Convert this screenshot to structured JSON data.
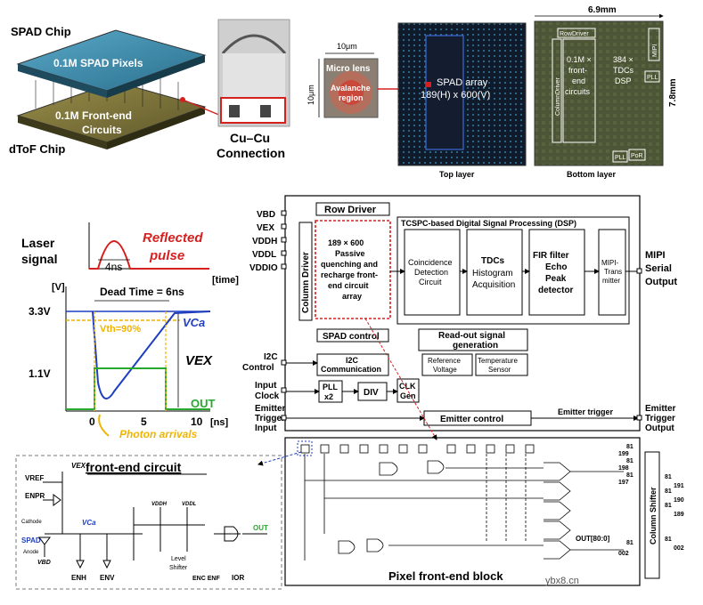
{
  "top_left": {
    "spad_chip_label": "SPAD Chip",
    "spad_pixels_label": "0.1M SPAD Pixels",
    "frontend_label_l1": "0.1M Front-end",
    "frontend_label_l2": "Circuits",
    "dtof_chip_label": "dToF Chip",
    "cucu_l1": "Cu–Cu",
    "cucu_l2": "Connection"
  },
  "top_middle": {
    "scale_10um_h": "10μm",
    "scale_10um_v": "10μm",
    "micro_lens": "Micro lens",
    "avalanche_l1": "Avalanche",
    "avalanche_l2": "region"
  },
  "top_layer": {
    "spad_array_l1": "SPAD array",
    "spad_array_l2": "189(H) x 600(V)",
    "caption": "Top layer"
  },
  "bottom_layer": {
    "width_label": "6.9mm",
    "height_label": "7.8mm",
    "row_driver": "RowDriver",
    "column_driver": "ColumnDriver",
    "frontend_l1": "0.1M ×",
    "frontend_l2": "front-",
    "frontend_l3": "end",
    "frontend_l4": "circuits",
    "tdcs_l1": "384 ×",
    "tdcs_l2": "TDCs",
    "tdcs_l3": "DSP",
    "mipi": "MIPI",
    "pll_right": "PLL",
    "pll_bottom": "PLL",
    "por": "PoR",
    "caption": "Bottom layer"
  },
  "timing": {
    "laser_l1": "Laser",
    "laser_l2": "signal",
    "reflected_l1": "Reflected",
    "reflected_l2": "pulse",
    "pulse_width": "4ns",
    "time_unit": "[time]",
    "volt_unit": "[V]",
    "dead_time": "Dead Time = 6ns",
    "v33": "3.3V",
    "v11": "1.1V",
    "vth": "Vth=90%",
    "vca": "VCa",
    "vex": "VEX",
    "out": "OUT",
    "x0": "0",
    "x5": "5",
    "x10": "10",
    "ns_unit": "[ns]",
    "photon": "Photon arrivals"
  },
  "block": {
    "pins_left": [
      "VBD",
      "VEX",
      "VDDH",
      "VDDL",
      "VDDIO"
    ],
    "row_driver": "Row Driver",
    "column_driver": "Column Driver",
    "array_l1": "189 × 600",
    "array_l2": "Passive",
    "array_l3": "quenching and",
    "array_l4": "recharge front-",
    "array_l5": "end circuit",
    "array_l6": "array",
    "dsp_title": "TCSPC-based Digital Signal Processing (DSP)",
    "coincidence": [
      "Coincidence",
      "Detection",
      "Circuit"
    ],
    "tdcs": [
      "TDCs",
      "Histogram",
      "Acquisition"
    ],
    "fir": [
      "FIR filter",
      "Echo",
      "Peak",
      "detector"
    ],
    "mipi_tx": [
      "MIPI-",
      "Trans",
      "mitter"
    ],
    "mipi_out": [
      "MIPI",
      "Serial",
      "Output"
    ],
    "spad_control": "SPAD control",
    "readout_l1": "Read-out signal",
    "readout_l2": "generation",
    "ref_volt_l1": "Reference",
    "ref_volt_l2": "Voltage",
    "temp_l1": "Temperature",
    "temp_l2": "Sensor",
    "i2c_l1": "I2C",
    "i2c_l2": "Communication",
    "i2c_pin_l1": "I2C",
    "i2c_pin_l2": "Control",
    "input_clock_l1": "Input",
    "input_clock_l2": "Clock",
    "pll_l1": "PLL",
    "pll_l2": "x2",
    "div": "DIV",
    "clk_l1": "CLK",
    "clk_l2": "Gen",
    "emitter_control": "Emitter control",
    "emitter_trigger_mid": "Emitter trigger",
    "emitter_in": [
      "Emitter",
      "Trigger",
      "Input"
    ],
    "emitter_out": [
      "Emitter",
      "Trigger",
      "Output"
    ]
  },
  "front_end": {
    "title": "front-end circuit",
    "vref": "VREF",
    "enpr": "ENPR",
    "vex": "VEX",
    "vca": "VCa",
    "cathode": "Cathode",
    "spad": "SPAD",
    "anode": "Anode",
    "vbd": "VBD",
    "vddh": "VDDH",
    "vddl": "VDDL",
    "level_l1": "Level",
    "level_l2": "Shifter",
    "enh": "ENH",
    "env": "ENV",
    "encenf": "ENC ENF",
    "ior": "IOR",
    "out": "OUT"
  },
  "pixel_block": {
    "title": "Pixel front-end block",
    "out_bus": "OUT[80:0]",
    "col_shifter": "Column Shifter",
    "nums_left": [
      "81",
      "199",
      "81",
      "198",
      "81",
      "197",
      "81",
      "002"
    ],
    "nums_right": [
      "81",
      "191",
      "81",
      "190",
      "81",
      "189",
      "81",
      "002"
    ]
  },
  "watermark": "ybx8.cn",
  "colors": {
    "red": "#d52020",
    "blue": "#1f3fbf",
    "yellow": "#f0b400",
    "green": "#29a82e",
    "chip_green": "#4f5a3a"
  }
}
